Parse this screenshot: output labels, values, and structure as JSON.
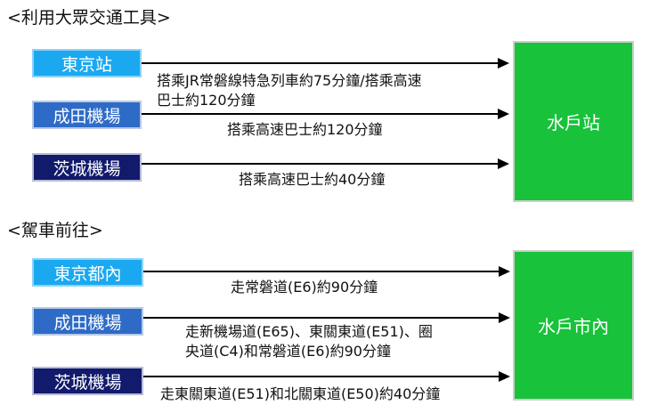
{
  "transit": {
    "title": "<利用大眾交通工具>",
    "destination": "水戶站",
    "routes": [
      {
        "origin": "東京站",
        "description": "搭乘JR常磐線特急列車約75分鐘/搭乘高速巴士約120分鐘",
        "lines": [
          "搭乘JR常磐線特急列車約75分鐘/搭乘高速",
          "巴士約120分鐘"
        ]
      },
      {
        "origin": "成田機場",
        "description": "搭乘高速巴士約120分鐘",
        "lines": [
          "搭乘高速巴士約120分鐘"
        ]
      },
      {
        "origin": "茨城機場",
        "description": "搭乘高速巴士約40分鐘",
        "lines": [
          "搭乘高速巴士約40分鐘"
        ]
      }
    ]
  },
  "driving": {
    "title": "<駕車前往>",
    "destination": "水戶市內",
    "routes": [
      {
        "origin": "東京都內",
        "description": "走常磐道(E6)約90分鐘",
        "lines": [
          "走常磐道(E6)約90分鐘"
        ]
      },
      {
        "origin": "成田機場",
        "description": "走新機場道(E65)、東關東道(E51)、圈央道(C4)和常磐道(E6)約90分鐘",
        "lines": [
          "走新機場道(E65)、東關東道(E51)、圈",
          "央道(C4)和常磐道(E6)約90分鐘"
        ]
      },
      {
        "origin": "茨城機場",
        "description": "走東關東道(E51)和北關東道(E50)約40分鐘",
        "lines": [
          "走東關東道(E51)和北關東道(E50)約40分鐘"
        ]
      }
    ]
  },
  "colors": {
    "origin_light_blue": "#1aa9f0",
    "origin_mid_blue": "#2e6bc6",
    "origin_navy": "#111a6b",
    "destination_green": "#18c23a",
    "arrow": "#000000"
  }
}
